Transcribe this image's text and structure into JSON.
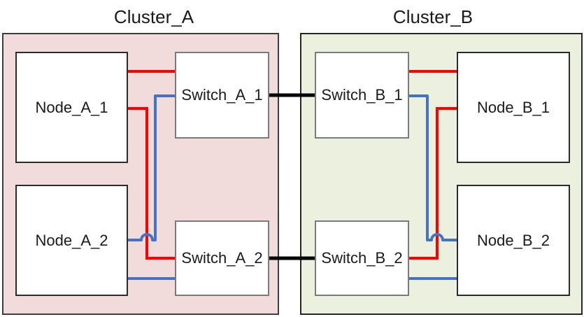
{
  "diagram": {
    "type": "metrocluster-network-topology",
    "clusters": [
      {
        "title": "Cluster_A",
        "nodes": [
          {
            "label": "Node_A_1"
          },
          {
            "label": "Node_A_2"
          }
        ],
        "switches": [
          {
            "label": "Switch_A_1"
          },
          {
            "label": "Switch_A_2"
          }
        ]
      },
      {
        "title": "Cluster_B",
        "nodes": [
          {
            "label": "Node_B_1"
          },
          {
            "label": "Node_B_2"
          }
        ],
        "switches": [
          {
            "label": "Switch_B_1"
          },
          {
            "label": "Switch_B_2"
          }
        ]
      }
    ],
    "links": [
      {
        "from": "Node_A_1",
        "to": "Switch_A_1",
        "color": "red"
      },
      {
        "from": "Node_A_1",
        "to": "Switch_A_2",
        "color": "red"
      },
      {
        "from": "Node_A_2",
        "to": "Switch_A_1",
        "color": "blue"
      },
      {
        "from": "Node_A_2",
        "to": "Switch_A_2",
        "color": "blue"
      },
      {
        "from": "Node_B_1",
        "to": "Switch_B_1",
        "color": "red"
      },
      {
        "from": "Node_B_1",
        "to": "Switch_B_2",
        "color": "red"
      },
      {
        "from": "Node_B_2",
        "to": "Switch_B_1",
        "color": "blue"
      },
      {
        "from": "Node_B_2",
        "to": "Switch_B_2",
        "color": "blue"
      },
      {
        "from": "Switch_A_1",
        "to": "Switch_B_1",
        "color": "black"
      },
      {
        "from": "Switch_A_2",
        "to": "Switch_B_2",
        "color": "black"
      }
    ]
  },
  "colors": {
    "cluster_a_fill": "#f2dcdb",
    "cluster_a_border": "#3d3d3d",
    "cluster_b_fill": "#ebf1de",
    "cluster_b_border": "#262626",
    "box_fill": "#ffffff",
    "node_border": "#2b2b2b",
    "switch_border": "#7a7a7a",
    "link_red": "#ff0000",
    "link_blue": "#4472c4",
    "link_isl": "#000000",
    "label_color": "#1a1a1a"
  }
}
